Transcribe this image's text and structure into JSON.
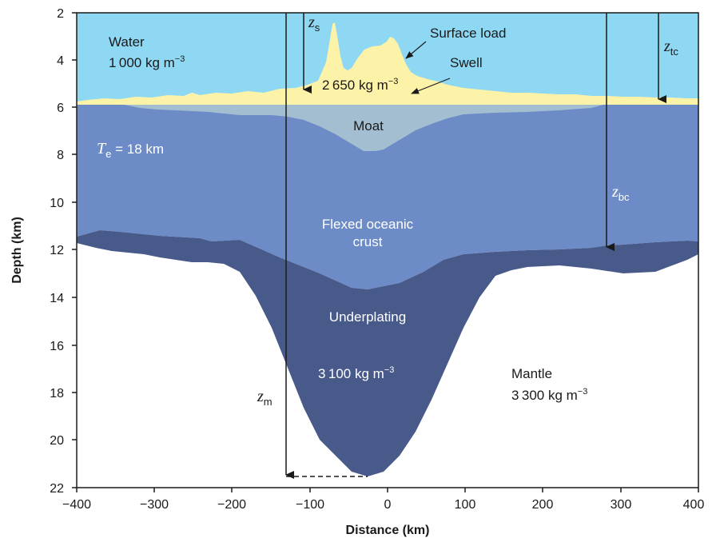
{
  "axes": {
    "x_title": "Distance (km)",
    "y_title": "Depth (km)",
    "x_ticks": [
      "−400",
      "−300",
      "−200",
      "−100",
      "0",
      "100",
      "200",
      "300",
      "400"
    ],
    "y_ticks": [
      "2",
      "4",
      "6",
      "8",
      "10",
      "12",
      "14",
      "16",
      "18",
      "20",
      "22"
    ]
  },
  "layers": {
    "water_name": "Water",
    "water_density": "1 000 kg m",
    "load_density": "2 650 kg m",
    "surface_load": "Surface load",
    "swell": "Swell",
    "moat": "Moat",
    "te_symbol": "T",
    "te_sub": "e",
    "te_value": " = 18 km",
    "crust_line1": "Flexed oceanic",
    "crust_line2": "crust",
    "underplating": "Underplating",
    "underplating_density": "3 100 kg m",
    "mantle_name": "Mantle",
    "mantle_density": "3 300 kg m",
    "exp": "−3"
  },
  "symbols": {
    "zs": "z",
    "zs_sub": "s",
    "ztc": "z",
    "ztc_sub": "tc",
    "zbc": "z",
    "zbc_sub": "bc",
    "zm": "z",
    "zm_sub": "m"
  },
  "colors": {
    "water": "#8ed8f4",
    "load": "#fdf3a8",
    "moat": "#a2bed0",
    "crust": "#6d8bc6",
    "underplating": "#485a8a",
    "mantle": "#ffffff"
  }
}
